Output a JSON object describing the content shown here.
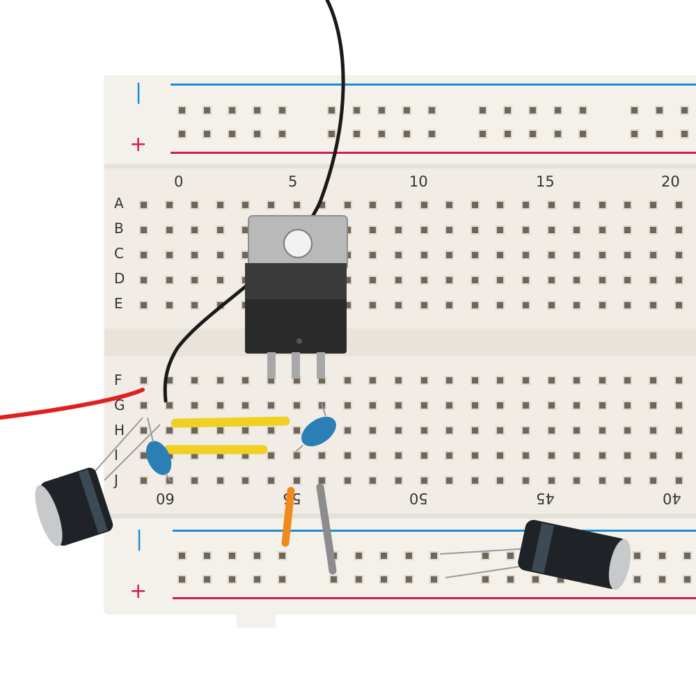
{
  "rails": {
    "minus_symbol": "|",
    "plus_symbol": "+",
    "blue_color": "#1e8bd6",
    "red_color": "#d6175b"
  },
  "rows_top": [
    "A",
    "B",
    "C",
    "D",
    "E"
  ],
  "rows_bottom": [
    "F",
    "G",
    "H",
    "I",
    "J"
  ],
  "column_numbers_top": [
    "0",
    "5",
    "10",
    "15",
    "20"
  ],
  "column_numbers_bottom": [
    "60",
    "55",
    "50",
    "45",
    "40"
  ],
  "components": {
    "regulator": "voltage-regulator-to220",
    "capacitor_left": "electrolytic-capacitor",
    "capacitor_right": "electrolytic-capacitor",
    "ceramic_caps": [
      "ceramic-capacitor",
      "ceramic-capacitor"
    ],
    "wires": [
      "black",
      "red",
      "yellow",
      "yellow",
      "orange",
      "gray"
    ]
  },
  "colors": {
    "board": "#f1ede6",
    "hole": "#6f655a",
    "regulator_body": "#2a2a2a",
    "ceramic": "#2b7fb5",
    "yellow_wire": "#f0d022",
    "orange_wire": "#f08a1c",
    "red_wire": "#e02020",
    "gray_wire": "#8c8c8c"
  }
}
